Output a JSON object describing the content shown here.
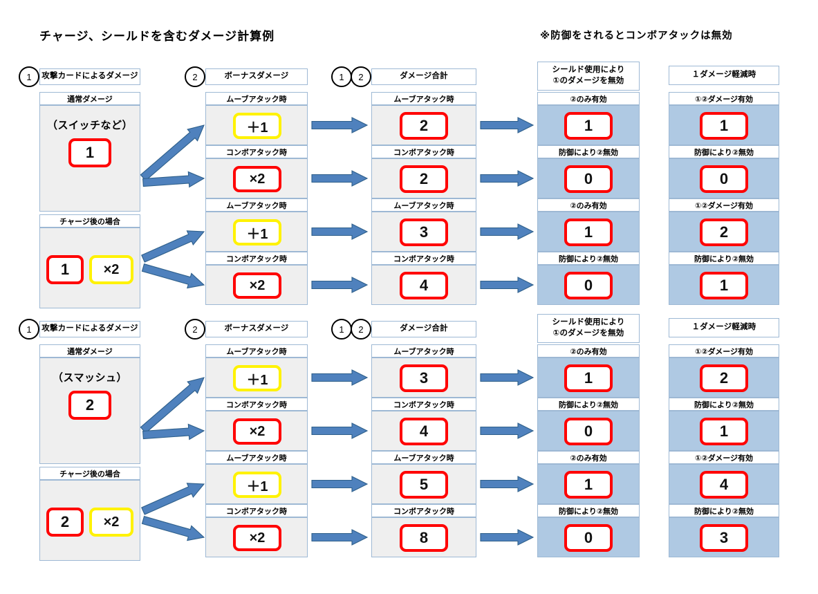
{
  "titles": {
    "main": "チャージ、シールドを含むダメージ計算例",
    "note": "※防御をされるとコンボアタックは無効"
  },
  "colors": {
    "arrow_fill": "#4F81BD",
    "arrow_stroke": "#2E5F8A",
    "chip_red": "#FF0000",
    "chip_yellow": "#FFF200",
    "panel_gray": "#EFEFEF",
    "panel_blue": "#AFC9E3",
    "border_blue": "#9DB8D4"
  },
  "columns": {
    "attack": {
      "badge": "1",
      "header": "攻撃カードによるダメージ"
    },
    "bonus": {
      "badge": "2",
      "header": "ボーナスダメージ"
    },
    "total": {
      "badge1": "1",
      "badge2": "2",
      "header": "ダメージ合計"
    },
    "shield": {
      "header_line1": "シールド使用により",
      "header_line2": "①のダメージを無効"
    },
    "reduce": {
      "header": "１ダメージ軽減時"
    }
  },
  "labels": {
    "normal_damage": "通常ダメージ",
    "after_charge": "チャージ後の場合",
    "move_attack": "ムーブアタック時",
    "combo_attack": "コンボアタック時",
    "only2_valid": "②のみ有効",
    "defense_disables2": "防御により②無効",
    "both_valid": "①②ダメージ有効"
  },
  "blocks": [
    {
      "id": "block-switch",
      "attack": {
        "normal_name": "（スイッチなど）",
        "normal_value": "1",
        "charge_base": "1",
        "charge_mult": "×2"
      },
      "rows": [
        {
          "kind": "move",
          "bonus": "＋1",
          "bonus_style": "yellow",
          "total": "2",
          "shield_caption": "②のみ有効",
          "shield": "1",
          "reduce_caption": "①②ダメージ有効",
          "reduce": "1"
        },
        {
          "kind": "combo",
          "bonus": "×2",
          "bonus_style": "red",
          "total": "2",
          "shield_caption": "防御により②無効",
          "shield": "0",
          "reduce_caption": "防御により②無効",
          "reduce": "0"
        },
        {
          "kind": "move",
          "bonus": "＋1",
          "bonus_style": "yellow",
          "total": "3",
          "shield_caption": "②のみ有効",
          "shield": "1",
          "reduce_caption": "①②ダメージ有効",
          "reduce": "2"
        },
        {
          "kind": "combo",
          "bonus": "×2",
          "bonus_style": "red",
          "total": "4",
          "shield_caption": "防御により②無効",
          "shield": "0",
          "reduce_caption": "防御により②無効",
          "reduce": "1"
        }
      ]
    },
    {
      "id": "block-smash",
      "attack": {
        "normal_name": "（スマッシュ）",
        "normal_value": "2",
        "charge_base": "2",
        "charge_mult": "×2"
      },
      "rows": [
        {
          "kind": "move",
          "bonus": "＋1",
          "bonus_style": "yellow",
          "total": "3",
          "shield_caption": "②のみ有効",
          "shield": "1",
          "reduce_caption": "①②ダメージ有効",
          "reduce": "2"
        },
        {
          "kind": "combo",
          "bonus": "×2",
          "bonus_style": "red",
          "total": "4",
          "shield_caption": "防御により②無効",
          "shield": "0",
          "reduce_caption": "防御により②無効",
          "reduce": "1"
        },
        {
          "kind": "move",
          "bonus": "＋1",
          "bonus_style": "yellow",
          "total": "5",
          "shield_caption": "②のみ有効",
          "shield": "1",
          "reduce_caption": "①②ダメージ有効",
          "reduce": "4"
        },
        {
          "kind": "combo",
          "bonus": "×2",
          "bonus_style": "red",
          "total": "8",
          "shield_caption": "防御により②無効",
          "shield": "0",
          "reduce_caption": "防御により②無効",
          "reduce": "3"
        }
      ]
    }
  ]
}
